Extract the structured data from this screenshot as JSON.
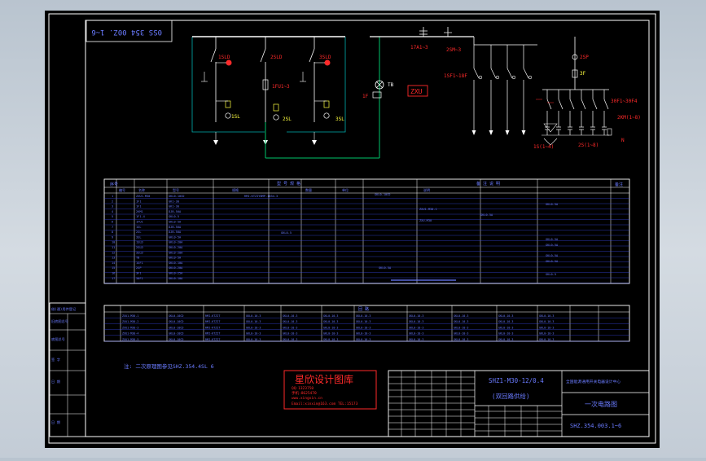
{
  "colors": {
    "bg_outer": "#c6cfd8",
    "sheet": "#000000",
    "frame": "#ffffff",
    "blue": "#3d4fff",
    "blue_text": "#6a7bff",
    "red": "#ff2a2a",
    "green": "#00c46a",
    "cyan": "#00b0b0",
    "yellow": "#ffff40",
    "white": "#ffffff"
  },
  "top_code": "0SS 354 00Z. 1~6",
  "schematic": {
    "left_labels": [
      "1SLD",
      "2SLD",
      "3SLD",
      "1FU1~3",
      "1SL",
      "2SL",
      "3SL"
    ],
    "mid_labels": [
      "1F",
      "TB"
    ],
    "zxu": "ZXU",
    "right_top_labels": [
      "17A1~3",
      "2SM~3"
    ],
    "right_labels": [
      "1SF1~18F",
      "2SP",
      "3F",
      "30F1~30F4",
      "2KM(1~8)",
      "1S(1~4)",
      "2S(1~8)",
      "N"
    ]
  },
  "upper_table": {
    "header_left": "序号",
    "header_group1": "型 号 规 格",
    "header_group2": "备 注 说 明",
    "note": "备注",
    "col_heads": [
      "编号",
      "名称",
      "型号",
      "规格",
      "数量",
      "单位",
      "说明"
    ],
    "rows": [
      [
        "1",
        "ZXU1-M30",
        "GKL0-10CD",
        "RMI-KTZIYBMP-1N34-3"
      ],
      [
        "2",
        "1F1",
        "GK1-30",
        ""
      ],
      [
        "3",
        "1F1",
        "GK1-30",
        ""
      ],
      [
        "4",
        "2KM1",
        "DJB-50A",
        ""
      ],
      [
        "5",
        "1F1-4",
        "GKL0-5",
        ""
      ],
      [
        "6",
        "1FU1",
        "GKL0-5A",
        ""
      ],
      [
        "7",
        "1SL",
        "DJB-50A",
        ""
      ],
      [
        "8",
        "2SL",
        "DJB-50A",
        ""
      ],
      [
        "9",
        "3SL",
        "GKL0-5A",
        ""
      ],
      [
        "10",
        "1SLD",
        "GKL0-20A",
        ""
      ],
      [
        "11",
        "2SLD",
        "GKL0-20A",
        ""
      ],
      [
        "12",
        "3SLD",
        "GKL0-20A",
        ""
      ],
      [
        "13",
        "TB",
        "GKL0-5A",
        ""
      ],
      [
        "14",
        "1SF1",
        "GKL0-10A",
        ""
      ],
      [
        "15",
        "2SP",
        "GKL0-20A",
        ""
      ],
      [
        "16",
        "3F1",
        "GKL0-25A",
        ""
      ],
      [
        "17",
        "30F1",
        "GKL0-10A",
        ""
      ]
    ]
  },
  "lower_table": {
    "title": "回 路",
    "rows": [
      [
        "ZXU1-M30-1",
        "GKL0-10CD",
        "RMI-KTZIT",
        "GKL0-10-3",
        "GKL0-10-3",
        "GKL0-10-3",
        "GKL0-10-3",
        "GKL0-10-3",
        "GKL0-10-3",
        "GKL0-10-3",
        "GKL0-10-3"
      ],
      [
        "ZXU1-M30-2",
        "GKL0-10CD",
        "RMI-KTZIT",
        "GKL0-10-3",
        "GKL0-10-3",
        "GKL0-10-3",
        "GKL0-10-3",
        "GKL0-10-3",
        "GKL0-10-3",
        "GKL0-10-3",
        "GKL0-10-3"
      ],
      [
        "ZXU1-M30-3",
        "GKL0-10CD",
        "RMI-KTZIT",
        "GKL0-10-3",
        "GKL0-10-3",
        "GKL0-10-3",
        "GKL0-10-3",
        "GKL0-10-3",
        "GKL0-10-3",
        "GKL0-10-3",
        "GKL0-10-3"
      ],
      [
        "ZXU1-M30-4",
        "GKL0-10CD",
        "RMI-KTZIT",
        "GKL0-10-3",
        "GKL0-10-3",
        "GKL0-10-3",
        "GKL0-10-3",
        "GKL0-10-3",
        "GKL0-10-3",
        "GKL0-10-3",
        "GKL0-10-3"
      ],
      [
        "ZXU1-M30-5",
        "GKL0-10CD",
        "RMI-KTZIT",
        "GKL0-10-3",
        "GKL0-10-3",
        "GKL0-10-3",
        "GKL0-10-3",
        "GKL0-10-3",
        "GKL0-10-3",
        "GKL0-10-3",
        "GKL0-10-3"
      ]
    ]
  },
  "side_table": [
    "借(通)用件登记",
    "旧底图总号",
    "底图总号",
    "签 字",
    "日 期"
  ],
  "note_line": "注: 二次原理图参见SHZ.354.4SL 6",
  "stamp": {
    "title": "星欣设计图库",
    "lines": [
      "QQ:1323750",
      "手机:8625470",
      "www.xingxin.cn",
      "Email:xinxin@163.com  TEL:15173"
    ]
  },
  "title_block": {
    "code1": "SHZ1-M30-12/0.4",
    "subtitle": "(双回路供给)",
    "org": "全国能源通用开关电器设计中心",
    "drawing_name": "一次电路图",
    "drawing_no": "SHZ.354.003.1~6"
  }
}
